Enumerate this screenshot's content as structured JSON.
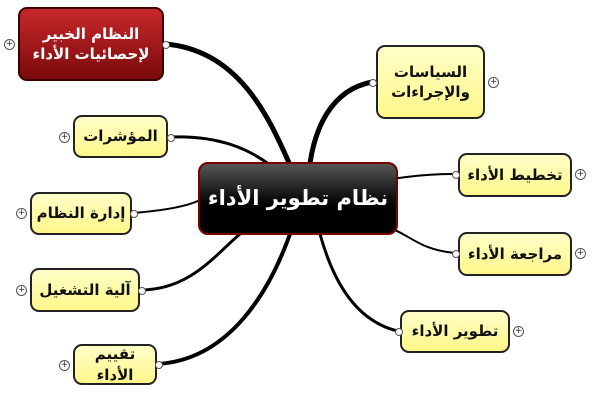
{
  "center": "نظام تطوير الأداء",
  "left_nodes": [
    "النظام الخبير لإحصائيات الأداء",
    "المؤشرات",
    "إدارة النظام",
    "آلية التشغيل",
    "تقييم الأداء"
  ],
  "right_nodes": [
    "السياسات والإجراءات",
    "تخطيط الأداء",
    "مراجعة الأداء",
    "تطوير الأداء"
  ],
  "expand_symbol": "+",
  "colors": {
    "node_fill": "#fff78a",
    "highlight_node": "#a01214",
    "center_node": "#000000"
  }
}
